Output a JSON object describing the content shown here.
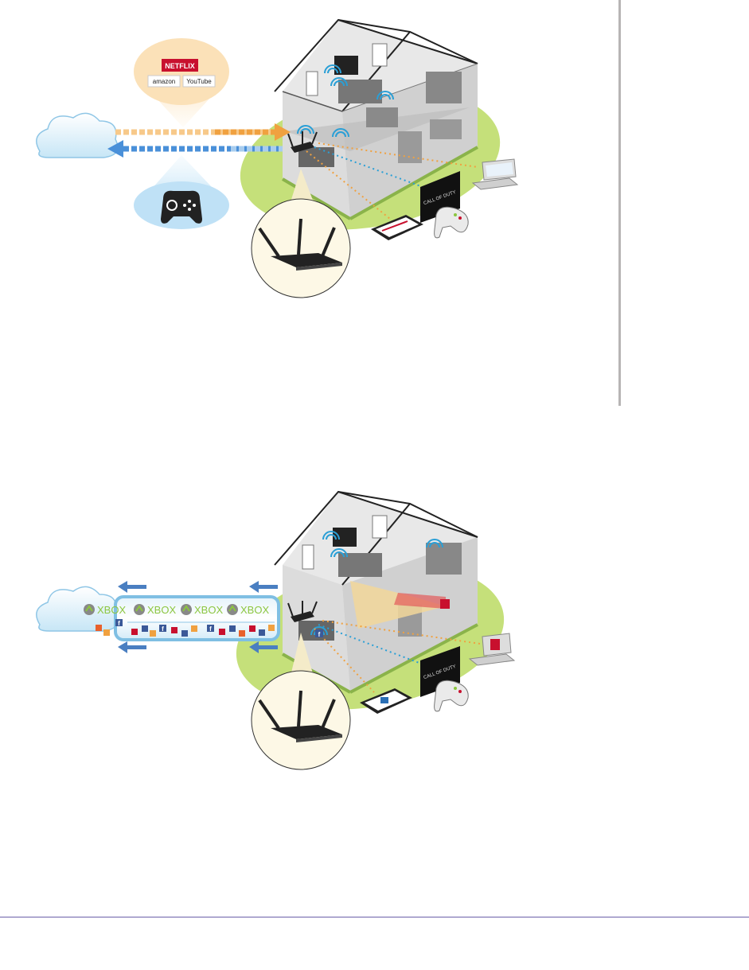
{
  "scene_top": {
    "streaming_logos": [
      "NETFLIX",
      "amazon",
      "YouTube"
    ],
    "tv_screen_text": "CALL OF DUTY"
  },
  "scene_bottom": {
    "tunnel_logo": "XBOX",
    "tunnel_icon_letter": "f",
    "tv_screen_text": "CALL OF DUTY"
  },
  "colors": {
    "download_stream": "#f0a140",
    "upload_stream": "#4a90d9",
    "lawn": "#c5e07a",
    "netflix_red": "#c8102e",
    "xbox_green": "#8cc63f",
    "facebook_blue": "#3b5998"
  },
  "icons": [
    "cloud-icon",
    "gamepad-icon",
    "router-icon",
    "wifi-icon",
    "tablet-icon",
    "laptop-icon",
    "tv-icon"
  ]
}
